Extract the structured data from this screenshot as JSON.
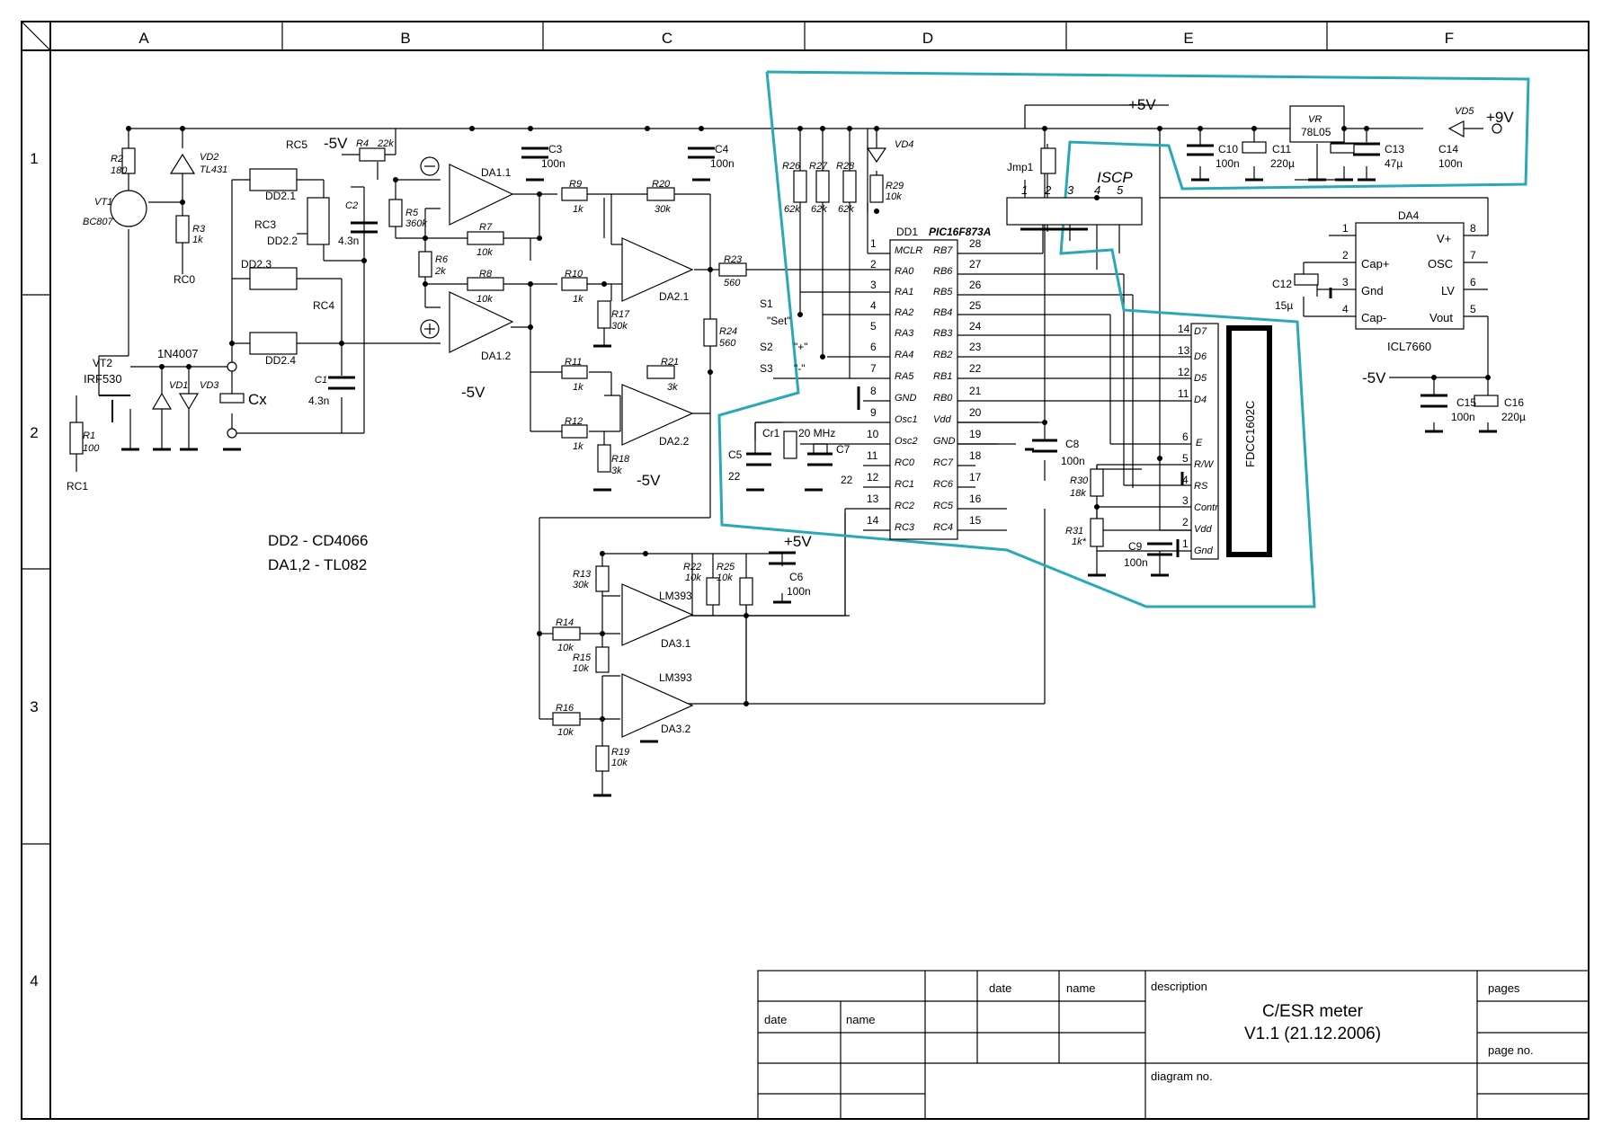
{
  "frame": {
    "columns": [
      "A",
      "B",
      "C",
      "D",
      "E",
      "F"
    ],
    "rows": [
      "1",
      "2",
      "3",
      "4"
    ]
  },
  "title_block": {
    "header_date": "date",
    "header_name": "name",
    "left_date": "date",
    "left_name": "name",
    "description_label": "description",
    "title_line1": "C/ESR meter",
    "title_line2": "V1.1 (21.12.2006)",
    "pages_label": "pages",
    "page_no_label": "page no.",
    "diagram_no_label": "diagram no."
  },
  "notes": {
    "dd2": "DD2 - CD4066",
    "da12": "DA1,2 - TL082"
  },
  "labels": {
    "r2": "R2",
    "r2v": "180",
    "vd2": "VD2",
    "vd2v": "TL431",
    "vt1": "VT1",
    "vt1v": "BC807",
    "r3": "R3",
    "r3v": "1k",
    "rc0": "RC0",
    "rc5": "RC5",
    "dd21": "DD2.1",
    "neg5v_a": "-5V",
    "r4": "R4",
    "r4v": "22k",
    "rc3": "RC3",
    "dd22": "DD2.2",
    "c2": "C2",
    "c2v": "4.3n",
    "r5": "R5",
    "r5v": "360k",
    "da11": "DA1.1",
    "c3": "C3",
    "c3v": "100n",
    "r9": "R9",
    "r9v": "1k",
    "r20": "R20",
    "r20v": "30k",
    "c4": "C4",
    "c4v": "100n",
    "r7": "R7",
    "r7v": "10k",
    "r6": "R6",
    "r6v": "2k",
    "r8": "R8",
    "r8v": "10k",
    "da12": "DA1.2",
    "neg5v_b": "-5V",
    "dd23": "DD2.3",
    "rc4": "RC4",
    "dd24": "DD2.4",
    "c1": "C1",
    "c1v": "4.3n",
    "n1n4007": "1N4007",
    "vt2": "VT2",
    "irf530": "IRF530",
    "vd1": "VD1",
    "vd3": "VD3",
    "cx": "Cx",
    "r1": "R1",
    "r1v": "100",
    "rc1": "RC1",
    "r10": "R10",
    "r10v": "1k",
    "r17": "R17",
    "r17v": "30k",
    "da21": "DA2.1",
    "r23": "R23",
    "r23v": "560",
    "r24": "R24",
    "r24v": "560",
    "r11": "R11",
    "r11v": "1k",
    "r21": "R21",
    "r21v": "3k",
    "r12": "R12",
    "r12v": "1k",
    "r18": "R18",
    "r18v": "3k",
    "da22": "DA2.2",
    "neg5v_c": "-5V",
    "r26": "R26",
    "r26v": "62k",
    "r27": "R27",
    "r27v": "62k",
    "r28": "R28",
    "r28v": "62k",
    "vd4": "VD4",
    "r29": "R29",
    "r29v": "10k",
    "s1": "S1",
    "s1v": "\"Set\"",
    "s2": "S2",
    "s2v": "\"+\"",
    "s3": "S3",
    "s3v": "\"-\"",
    "dd1": "DD1",
    "pic": "PIC16F873A",
    "cr1": "Cr1",
    "cr1v": "20 MHz",
    "c5": "C5",
    "c5v": "22",
    "c7": "C7",
    "c7v": "22",
    "pos5v_top": "+5V",
    "jmp1": "Jmp1",
    "iscp": "ISCP",
    "vr": "VR",
    "vrv": "78L05",
    "c10": "C10",
    "c10v": "100n",
    "c11": "C11",
    "c11v": "220µ",
    "c13": "C13",
    "c13v": "47µ",
    "c14": "C14",
    "c14v": "100n",
    "vd5": "VD5",
    "pos9v": "+9V",
    "c8": "C8",
    "c8v": "100n",
    "r30": "R30",
    "r30v": "18k",
    "r31": "R31",
    "r31v": "1k*",
    "c9": "C9",
    "c9v": "100n",
    "lcd": "FDCC1602C",
    "da4": "DA4",
    "icl": "ICL7660",
    "c12": "C12",
    "c12v": "15µ",
    "neg5v_d": "-5V",
    "c15": "C15",
    "c15v": "100n",
    "c16": "C16",
    "c16v": "220µ",
    "r13": "R13",
    "r13v": "30k",
    "lm393a": "LM393",
    "r22": "R22",
    "r22v": "10k",
    "r25": "R25",
    "r25v": "10k",
    "pos5v_b": "+5V",
    "c6": "C6",
    "c6v": "100n",
    "r14": "R14",
    "r14v": "10k",
    "da31": "DA3.1",
    "r15": "R15",
    "r15v": "10k",
    "lm393b": "LM393",
    "r16": "R16",
    "r16v": "10k",
    "da32": "DA3.2",
    "r19": "R19",
    "r19v": "10k"
  },
  "pic_pins_left": [
    {
      "num": "1",
      "name": "MCLR"
    },
    {
      "num": "2",
      "name": "RA0"
    },
    {
      "num": "3",
      "name": "RA1"
    },
    {
      "num": "4",
      "name": "RA2"
    },
    {
      "num": "5",
      "name": "RA3"
    },
    {
      "num": "6",
      "name": "RA4"
    },
    {
      "num": "7",
      "name": "RA5"
    },
    {
      "num": "8",
      "name": "GND"
    },
    {
      "num": "9",
      "name": "Osc1"
    },
    {
      "num": "10",
      "name": "Osc2"
    },
    {
      "num": "11",
      "name": "RC0"
    },
    {
      "num": "12",
      "name": "RC1"
    },
    {
      "num": "13",
      "name": "RC2"
    },
    {
      "num": "14",
      "name": "RC3"
    }
  ],
  "pic_pins_right": [
    {
      "num": "28",
      "name": "RB7"
    },
    {
      "num": "27",
      "name": "RB6"
    },
    {
      "num": "26",
      "name": "RB5"
    },
    {
      "num": "25",
      "name": "RB4"
    },
    {
      "num": "24",
      "name": "RB3"
    },
    {
      "num": "23",
      "name": "RB2"
    },
    {
      "num": "22",
      "name": "RB1"
    },
    {
      "num": "21",
      "name": "RB0"
    },
    {
      "num": "20",
      "name": "Vdd"
    },
    {
      "num": "19",
      "name": "GND"
    },
    {
      "num": "18",
      "name": "RC7"
    },
    {
      "num": "17",
      "name": "RC6"
    },
    {
      "num": "16",
      "name": "RC5"
    },
    {
      "num": "15",
      "name": "RC4"
    }
  ],
  "lcd_pins": [
    {
      "num": "14",
      "name": "D7"
    },
    {
      "num": "13",
      "name": "D6"
    },
    {
      "num": "12",
      "name": "D5"
    },
    {
      "num": "11",
      "name": "D4"
    },
    {
      "num": "6",
      "name": "E"
    },
    {
      "num": "5",
      "name": "R/W"
    },
    {
      "num": "4",
      "name": "RS"
    },
    {
      "num": "3",
      "name": "Contr"
    },
    {
      "num": "2",
      "name": "Vdd"
    },
    {
      "num": "1",
      "name": "Gnd"
    }
  ],
  "iscp_pins": [
    "1",
    "2",
    "3",
    "4",
    "5"
  ],
  "da4_pins_left": [
    {
      "num": "1",
      "name": ""
    },
    {
      "num": "2",
      "name": "Cap+"
    },
    {
      "num": "3",
      "name": "Gnd"
    },
    {
      "num": "4",
      "name": "Cap-"
    }
  ],
  "da4_pins_right": [
    {
      "num": "8",
      "name": "V+"
    },
    {
      "num": "7",
      "name": "OSC"
    },
    {
      "num": "6",
      "name": "LV"
    },
    {
      "num": "5",
      "name": "Vout"
    }
  ],
  "colors": {
    "line": "#000000",
    "highlight": "#2aa9b5",
    "paper": "#ffffff"
  }
}
